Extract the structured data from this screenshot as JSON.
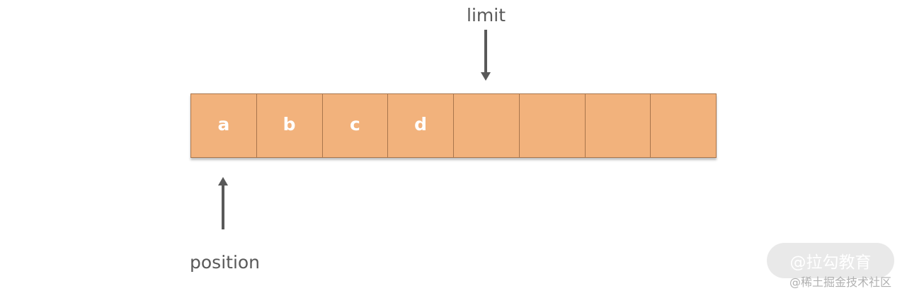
{
  "labels": {
    "limit": "limit",
    "position": "position"
  },
  "buffer": {
    "cells": [
      "a",
      "b",
      "c",
      "d",
      "",
      "",
      "",
      ""
    ],
    "fill_color": "#f2b27c",
    "border_color": "#a8754c"
  },
  "watermark": {
    "primary": "@拉勾教育",
    "secondary": "@稀土掘金技术社区"
  }
}
